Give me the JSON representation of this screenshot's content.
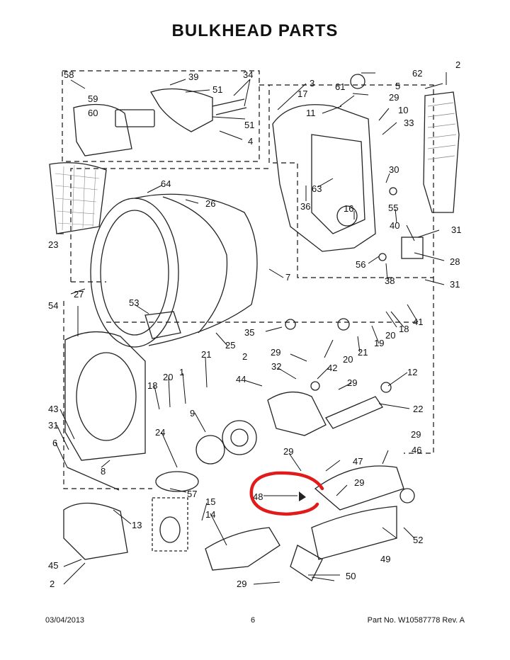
{
  "title": "BULKHEAD PARTS",
  "footer": {
    "date": "03/04/2013",
    "page": "6",
    "part_no": "Part No.  W10587778  Rev.  A"
  },
  "highlight": {
    "label": "48",
    "color": "#e11b1b"
  },
  "callouts": [
    "58",
    "39",
    "34",
    "3",
    "17",
    "61",
    "62",
    "2",
    "51",
    "59",
    "60",
    "29",
    "5",
    "11",
    "10",
    "33",
    "51",
    "4",
    "30",
    "64",
    "26",
    "36",
    "63",
    "16",
    "55",
    "31",
    "23",
    "40",
    "28",
    "56",
    "38",
    "31",
    "27",
    "53",
    "7",
    "41",
    "54",
    "35",
    "20",
    "18",
    "25",
    "21",
    "19",
    "20",
    "2",
    "29",
    "42",
    "21",
    "20",
    "18",
    "1",
    "44",
    "32",
    "12",
    "29",
    "22",
    "43",
    "9",
    "31",
    "24",
    "6",
    "29",
    "46",
    "29",
    "47",
    "8",
    "57",
    "48",
    "29",
    "15",
    "14",
    "52",
    "13",
    "49",
    "45",
    "50",
    "2",
    "29"
  ]
}
